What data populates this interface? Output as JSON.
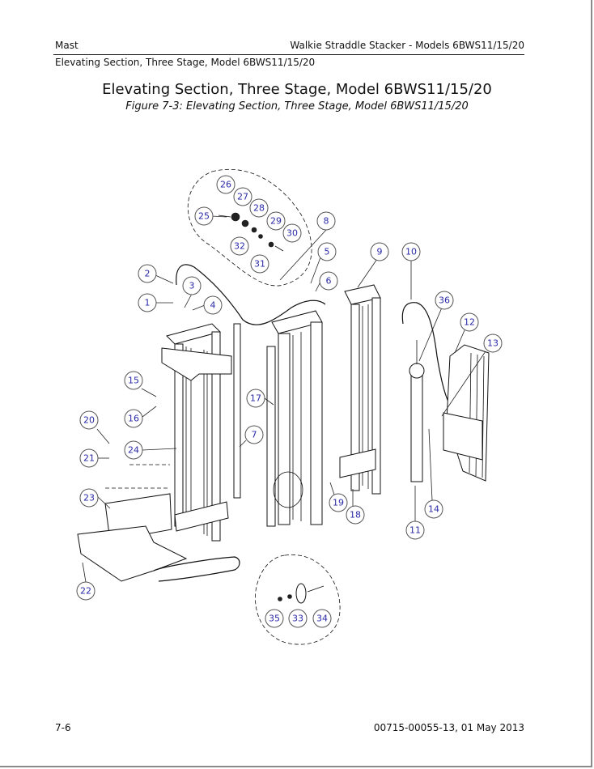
{
  "header": {
    "left": "Mast",
    "right": "Walkie Straddle Stacker - Models 6BWS11/15/20",
    "sub": "Elevating Section, Three Stage, Model 6BWS11/15/20"
  },
  "title": "Elevating Section, Three Stage, Model 6BWS11/15/20",
  "caption": "Figure 7-3:  Elevating Section, Three Stage, Model 6BWS11/15/20",
  "footer": {
    "page": "7-6",
    "doc": "00715-00055-13, 01 May 2013"
  },
  "callouts": [
    "1",
    "2",
    "3",
    "4",
    "5",
    "6",
    "7",
    "8",
    "9",
    "10",
    "11",
    "12",
    "13",
    "14",
    "15",
    "16",
    "17",
    "18",
    "19",
    "20",
    "21",
    "22",
    "23",
    "24",
    "25",
    "26",
    "27",
    "28",
    "29",
    "30",
    "31",
    "32",
    "33",
    "34",
    "35",
    "36"
  ]
}
